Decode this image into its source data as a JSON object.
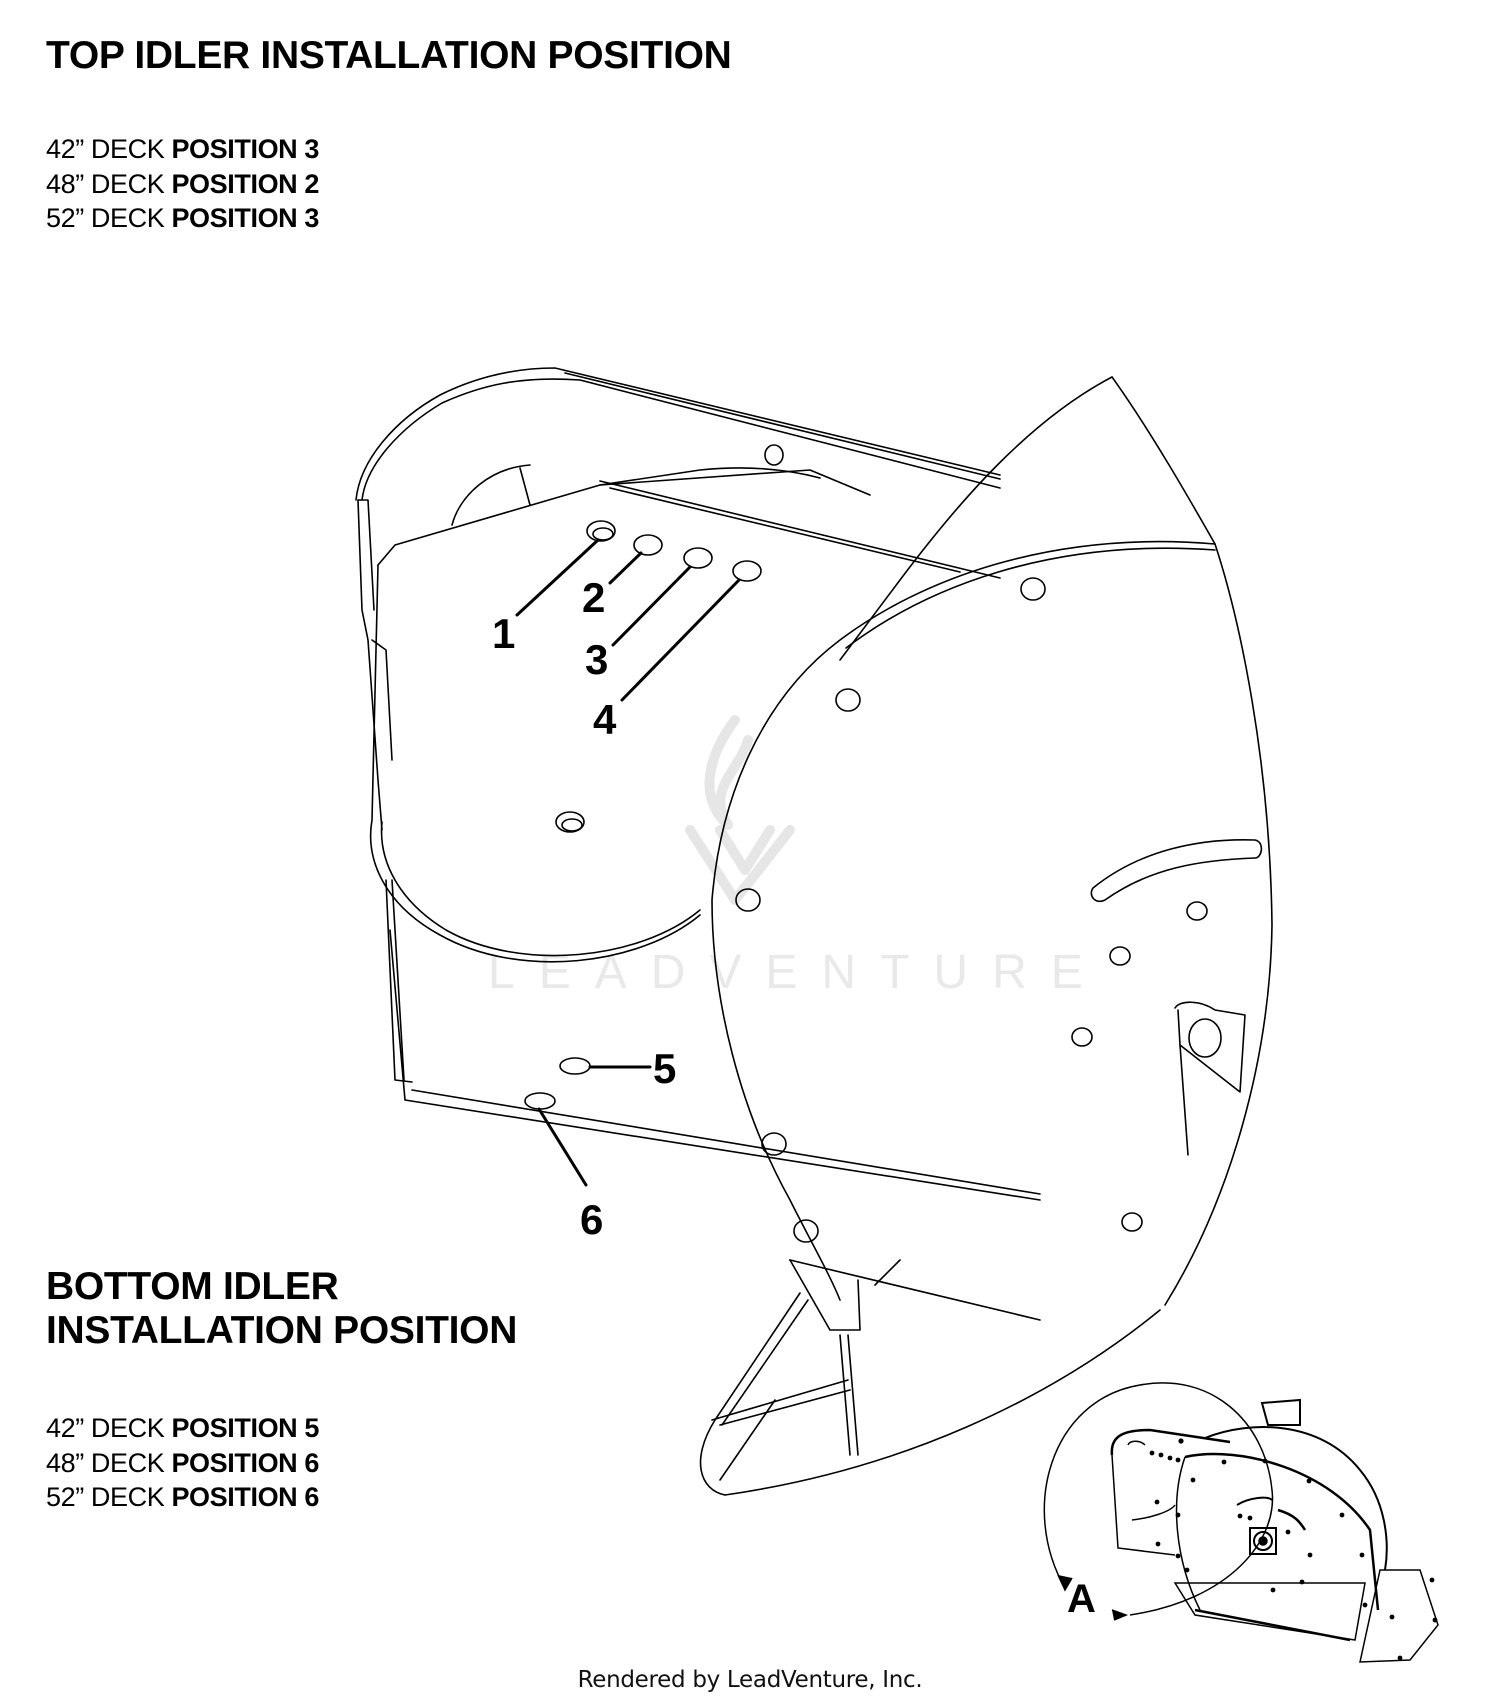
{
  "top_section": {
    "title": "TOP IDLER INSTALLATION POSITION",
    "specs": [
      {
        "deck": "42” DECK",
        "position": "POSITION 3"
      },
      {
        "deck": "48” DECK",
        "position": "POSITION 2"
      },
      {
        "deck": "52” DECK",
        "position": "POSITION 3"
      }
    ]
  },
  "bottom_section": {
    "title_line1": "BOTTOM IDLER",
    "title_line2": "INSTALLATION POSITION",
    "specs": [
      {
        "deck": "42” DECK",
        "position": "POSITION 5"
      },
      {
        "deck": "48” DECK",
        "position": "POSITION 6"
      },
      {
        "deck": "52” DECK",
        "position": "POSITION 6"
      }
    ]
  },
  "callouts": [
    "1",
    "2",
    "3",
    "4",
    "5",
    "6"
  ],
  "inset": {
    "view_label": "A"
  },
  "watermark": {
    "text": "LEADVENTURE"
  },
  "footer": {
    "text": "Rendered by LeadVenture, Inc."
  },
  "colors": {
    "line": "#000000",
    "watermark": "#e9e9e9",
    "background": "#ffffff"
  }
}
